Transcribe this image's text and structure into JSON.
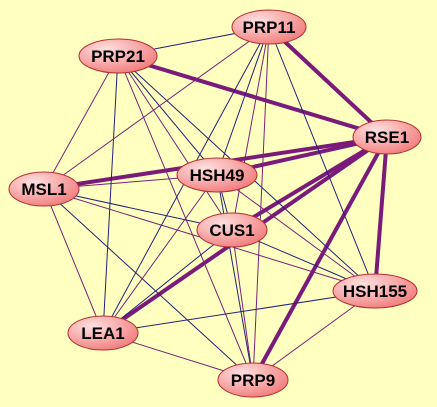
{
  "diagram": {
    "type": "network",
    "background": "#ffffc0",
    "node_fill_light": "#ffe0e0",
    "node_fill_dark": "#f07070",
    "node_stroke": "#b03030",
    "edge_thin_colors": [
      "#22227a",
      "#7a227a"
    ],
    "edge_thick_color": "#7a1a7a",
    "nodes": [
      {
        "id": "PRP11",
        "label": "PRP11"
      },
      {
        "id": "PRP21",
        "label": "PRP21"
      },
      {
        "id": "RSE1",
        "label": "RSE1"
      },
      {
        "id": "HSH49",
        "label": "HSH49"
      },
      {
        "id": "MSL1",
        "label": "MSL1"
      },
      {
        "id": "CUS1",
        "label": "CUS1"
      },
      {
        "id": "HSH155",
        "label": "HSH155"
      },
      {
        "id": "LEA1",
        "label": "LEA1"
      },
      {
        "id": "PRP9",
        "label": "PRP9"
      }
    ],
    "edges": [
      {
        "source": "PRP21",
        "target": "RSE1",
        "weight": "strong"
      },
      {
        "source": "PRP11",
        "target": "RSE1",
        "weight": "strong"
      },
      {
        "source": "MSL1",
        "target": "RSE1",
        "weight": "strong"
      },
      {
        "source": "HSH49",
        "target": "RSE1",
        "weight": "strong"
      },
      {
        "source": "CUS1",
        "target": "RSE1",
        "weight": "strong"
      },
      {
        "source": "LEA1",
        "target": "RSE1",
        "weight": "strong"
      },
      {
        "source": "PRP9",
        "target": "RSE1",
        "weight": "strong"
      },
      {
        "source": "HSH155",
        "target": "RSE1",
        "weight": "strong"
      },
      {
        "source": "PRP21",
        "target": "PRP11",
        "weight": "weak"
      },
      {
        "source": "PRP21",
        "target": "MSL1",
        "weight": "weak"
      },
      {
        "source": "PRP21",
        "target": "HSH49",
        "weight": "weak"
      },
      {
        "source": "PRP21",
        "target": "CUS1",
        "weight": "weak"
      },
      {
        "source": "PRP21",
        "target": "LEA1",
        "weight": "weak"
      },
      {
        "source": "PRP21",
        "target": "PRP9",
        "weight": "weak"
      },
      {
        "source": "PRP21",
        "target": "HSH155",
        "weight": "weak"
      },
      {
        "source": "PRP11",
        "target": "MSL1",
        "weight": "weak"
      },
      {
        "source": "PRP11",
        "target": "HSH49",
        "weight": "weak"
      },
      {
        "source": "PRP11",
        "target": "CUS1",
        "weight": "weak"
      },
      {
        "source": "PRP11",
        "target": "LEA1",
        "weight": "weak"
      },
      {
        "source": "PRP11",
        "target": "PRP9",
        "weight": "weak"
      },
      {
        "source": "PRP11",
        "target": "HSH155",
        "weight": "weak"
      },
      {
        "source": "MSL1",
        "target": "HSH49",
        "weight": "weak"
      },
      {
        "source": "MSL1",
        "target": "CUS1",
        "weight": "weak"
      },
      {
        "source": "MSL1",
        "target": "LEA1",
        "weight": "weak"
      },
      {
        "source": "MSL1",
        "target": "PRP9",
        "weight": "weak"
      },
      {
        "source": "MSL1",
        "target": "HSH155",
        "weight": "weak"
      },
      {
        "source": "HSH49",
        "target": "CUS1",
        "weight": "weak"
      },
      {
        "source": "HSH49",
        "target": "LEA1",
        "weight": "weak"
      },
      {
        "source": "HSH49",
        "target": "PRP9",
        "weight": "weak"
      },
      {
        "source": "HSH49",
        "target": "HSH155",
        "weight": "weak"
      },
      {
        "source": "CUS1",
        "target": "LEA1",
        "weight": "weak"
      },
      {
        "source": "CUS1",
        "target": "PRP9",
        "weight": "weak"
      },
      {
        "source": "CUS1",
        "target": "HSH155",
        "weight": "weak"
      },
      {
        "source": "LEA1",
        "target": "PRP9",
        "weight": "weak"
      },
      {
        "source": "LEA1",
        "target": "HSH155",
        "weight": "weak"
      },
      {
        "source": "PRP9",
        "target": "HSH155",
        "weight": "weak"
      }
    ]
  }
}
